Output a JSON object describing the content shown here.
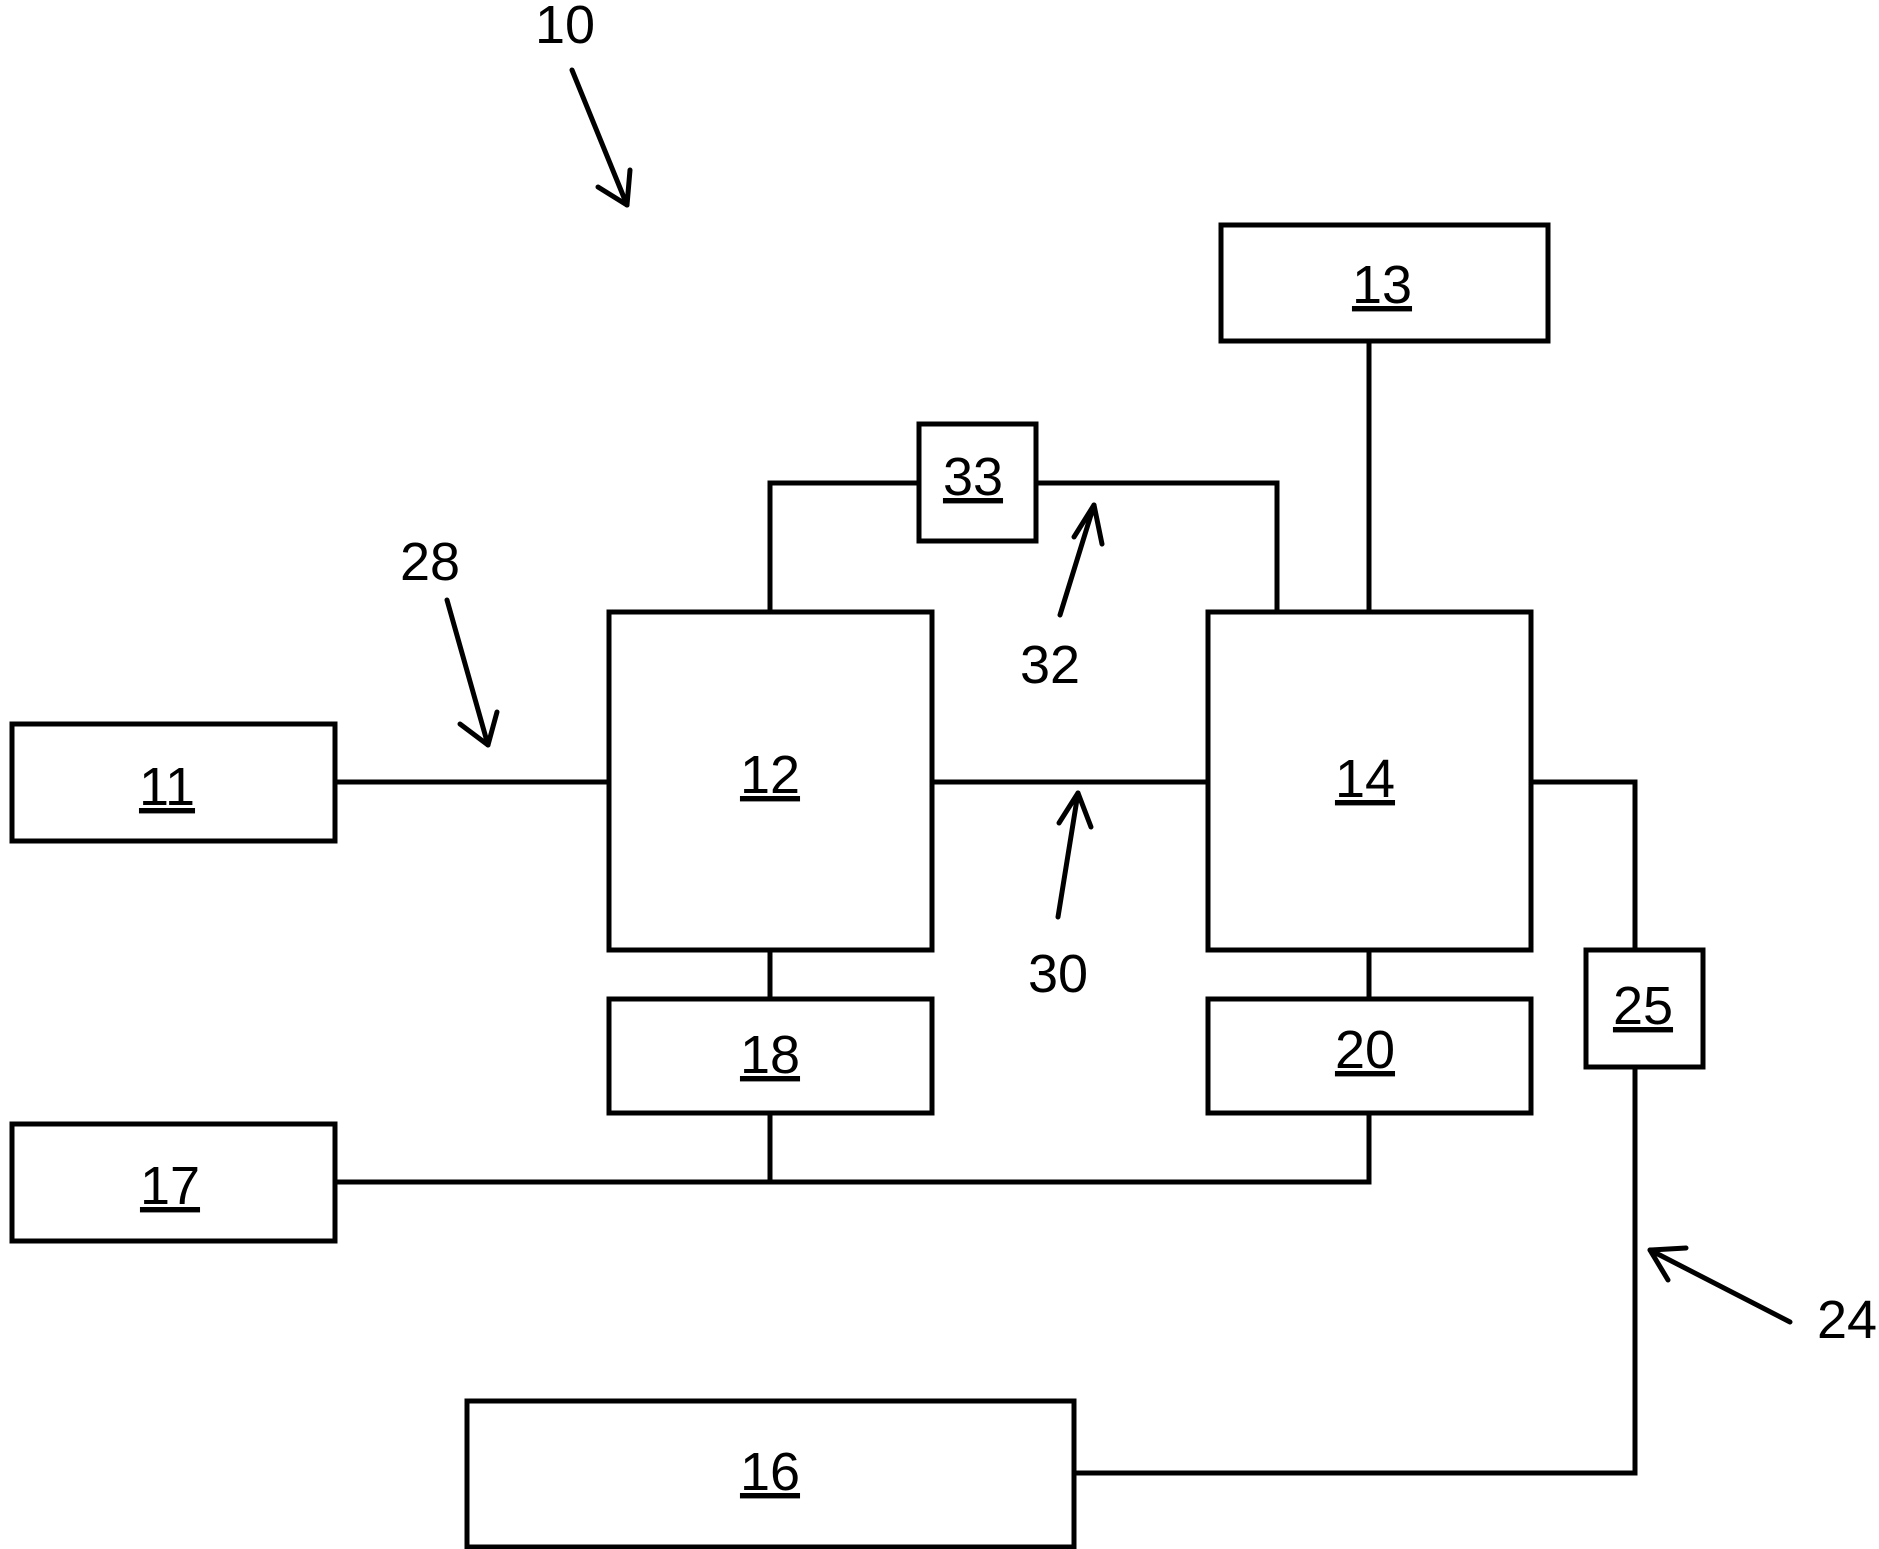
{
  "diagram": {
    "boxes": {
      "b11": "11",
      "b12": "12",
      "b13": "13",
      "b14": "14",
      "b16": "16",
      "b17": "17",
      "b18": "18",
      "b20": "20",
      "b25": "25",
      "b33": "33"
    },
    "references": {
      "r10": "10",
      "r24": "24",
      "r28": "28",
      "r30": "30",
      "r32": "32"
    }
  }
}
